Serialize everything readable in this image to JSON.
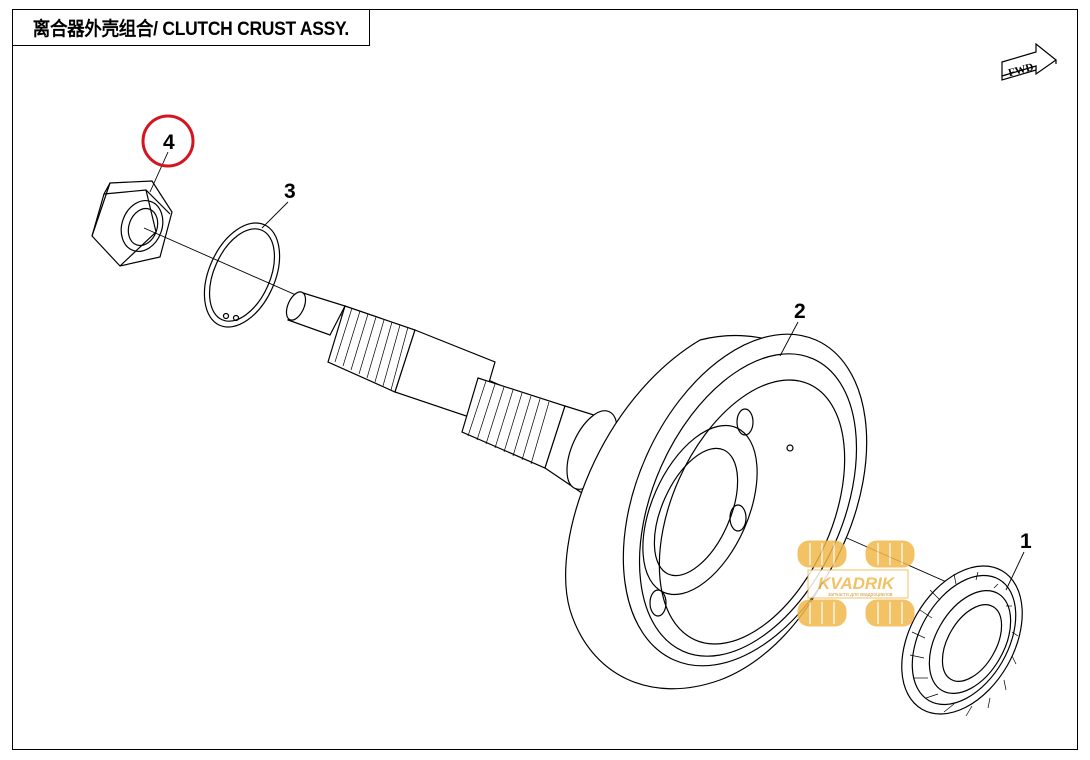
{
  "title": "离合器外壳组合/ CLUTCH CRUST ASSY.",
  "direction_label": "FWD",
  "callouts": [
    {
      "number": "1"
    },
    {
      "number": "2"
    },
    {
      "number": "3"
    },
    {
      "number": "4",
      "highlighted": true
    }
  ],
  "watermark": {
    "brand": "KVADRIK",
    "tagline": "запчасти для квадроциклов"
  },
  "colors": {
    "lines": "#000000",
    "highlight": "#d4141e",
    "watermark": "#f2b84b"
  }
}
